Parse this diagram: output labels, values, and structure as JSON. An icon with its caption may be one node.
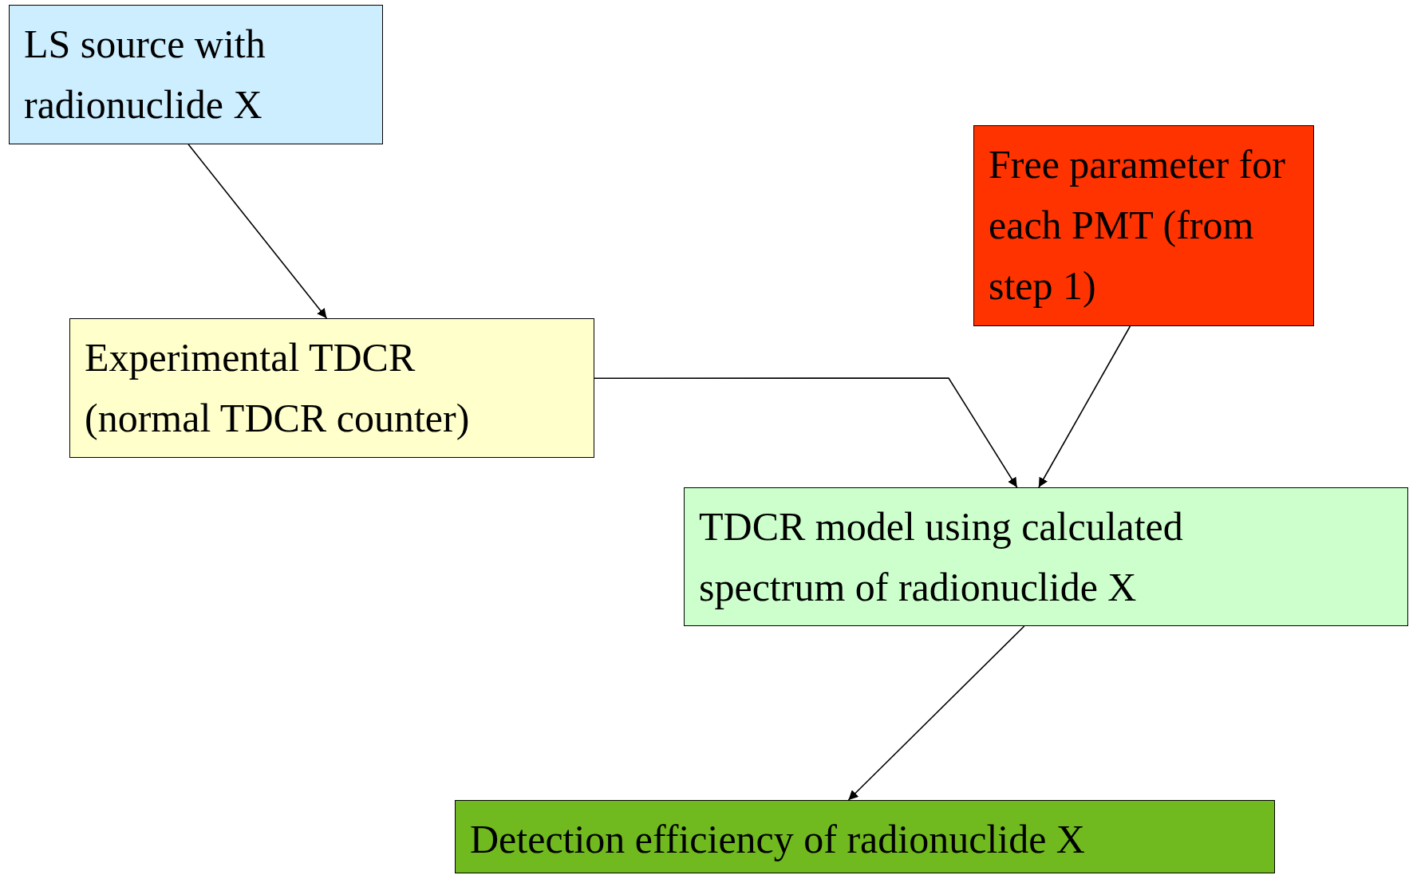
{
  "diagram": {
    "nodes": [
      {
        "text": [
          "LS source with radionuclide X"
        ]
      },
      {
        "text": [
          "Experimental TDCR (normal TDCR counter)"
        ]
      },
      {
        "text": [
          "Free parameter for each PMT (from step 1)"
        ]
      },
      {
        "text": [
          "TDCR model using calculated spectrum of radionuclide X"
        ]
      },
      {
        "text": [
          "Detection efficiency of radionuclide X"
        ]
      }
    ],
    "edges": [
      {
        "from": 0,
        "to": 1,
        "arrow": "to"
      },
      {
        "from": 1,
        "to": 3,
        "arrow": "to"
      },
      {
        "from": 2,
        "to": 3,
        "arrow": "to"
      },
      {
        "from": 3,
        "to": 4,
        "arrow": "to"
      }
    ]
  }
}
